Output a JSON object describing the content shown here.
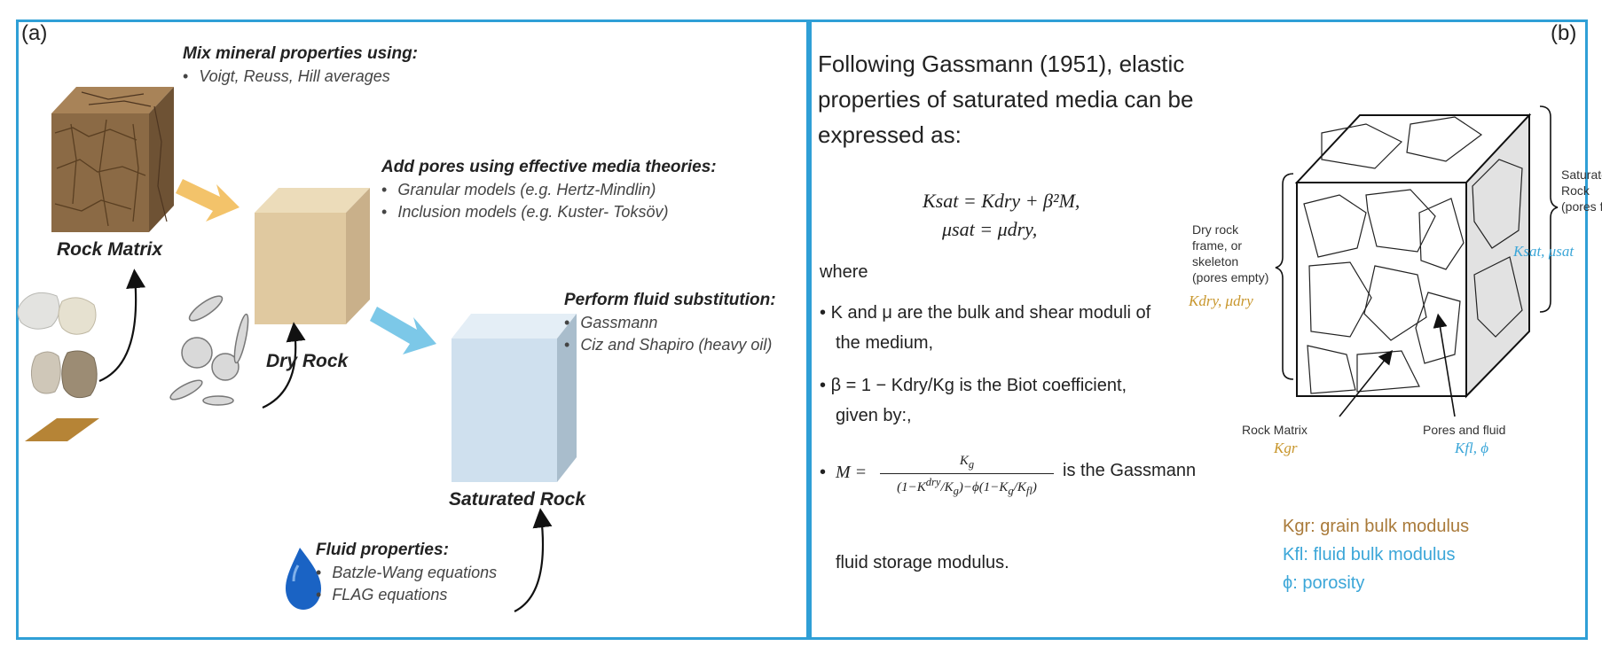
{
  "panel_a": {
    "label": "(a)",
    "mix": {
      "heading": "Mix mineral properties using:",
      "items": [
        "Voigt, Reuss, Hill averages"
      ]
    },
    "pores": {
      "heading": "Add pores using effective media theories:",
      "items": [
        "Granular models (e.g. Hertz-Mindlin)",
        "Inclusion models (e.g. Kuster- Toksöv)"
      ]
    },
    "fluid_sub": {
      "heading": "Perform fluid substitution:",
      "items": [
        "Gassmann",
        "Ciz and Shapiro (heavy oil)"
      ]
    },
    "fluid_props": {
      "heading": "Fluid properties:",
      "items": [
        "Batzle-Wang equations",
        "FLAG equations"
      ]
    },
    "captions": {
      "rock_matrix": "Rock Matrix",
      "dry_rock": "Dry Rock",
      "saturated_rock": "Saturated Rock"
    },
    "colors": {
      "rock_matrix": "#8b6a45",
      "dry_rock": "#e0c9a0",
      "saturated_rock": "#cfe0ee",
      "fluid_drop": "#1a63c4",
      "arrow_yellow": "#f3c36a",
      "arrow_blue": "#7cc8e8"
    }
  },
  "panel_b": {
    "label": "(b)",
    "intro": [
      "Following Gassmann (1951), elastic",
      "properties of saturated media can be",
      "expressed as:"
    ],
    "eq1": "Ksat = Kdry + β²M,",
    "eq2": "μsat = μdry,",
    "where": "where",
    "bullet1": [
      "K and μ are the bulk and shear moduli of",
      "the medium,"
    ],
    "bullet2": [
      "β = 1 − Kdry/Kg is the Biot coefficient,",
      "given by:,"
    ],
    "bullet3_tail": "is the Gassmann",
    "bullet3_cont": "fluid storage modulus.",
    "cube_labels": {
      "saturated": [
        "Saturated",
        "Rock",
        "(pores full)"
      ],
      "saturated_moduli": "Ksat, μsat",
      "dry": [
        "Dry rock",
        "frame, or",
        "skeleton",
        "(pores empty)"
      ],
      "dry_moduli": "Kdry, μdry",
      "rock_matrix": "Rock Matrix",
      "rock_matrix_sym": "Kgr",
      "pores_fluid": "Pores and fluid",
      "pores_fluid_sym": "Kfl, ϕ"
    },
    "legend": {
      "gr": "Kgr: grain bulk modulus",
      "fl": "Kfl: fluid bulk modulus",
      "phi": "ϕ: porosity"
    },
    "colors": {
      "border": "#2f9fd6",
      "orange": "#c8962c",
      "blue": "#3ba6d8",
      "brown": "#a97a3a"
    }
  }
}
